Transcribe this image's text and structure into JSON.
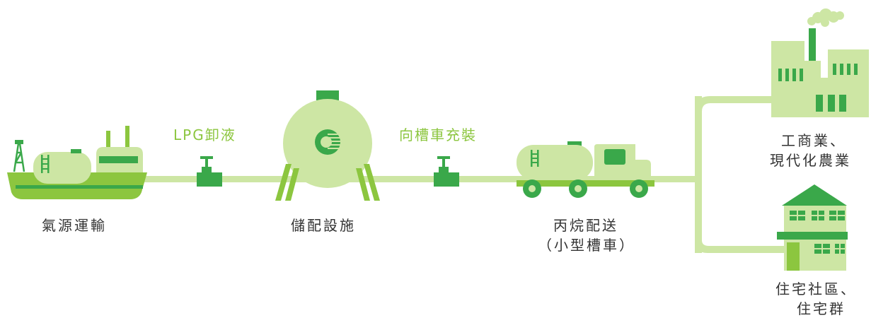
{
  "labels": {
    "ship": "氣源運輸",
    "unload": "LPG卸液",
    "storage": "儲配設施",
    "truck_fill": "向槽車充裝",
    "delivery_line1": "丙烷配送",
    "delivery_line2": "（小型槽車）",
    "industry_line1": "工商業、",
    "industry_line2": "現代化農業",
    "residential_line1": "住宅社區、",
    "residential_line2": "住宅群"
  },
  "colors": {
    "dark_green": "#3aa84a",
    "light_green": "#cde6a4",
    "mid_green": "#8cc63f",
    "label_green": "#8cc63f",
    "text": "#333333"
  },
  "icons": [
    "ship-icon",
    "valve-icon",
    "storage-tank-icon",
    "tanker-truck-icon",
    "factory-icon",
    "house-icon"
  ]
}
